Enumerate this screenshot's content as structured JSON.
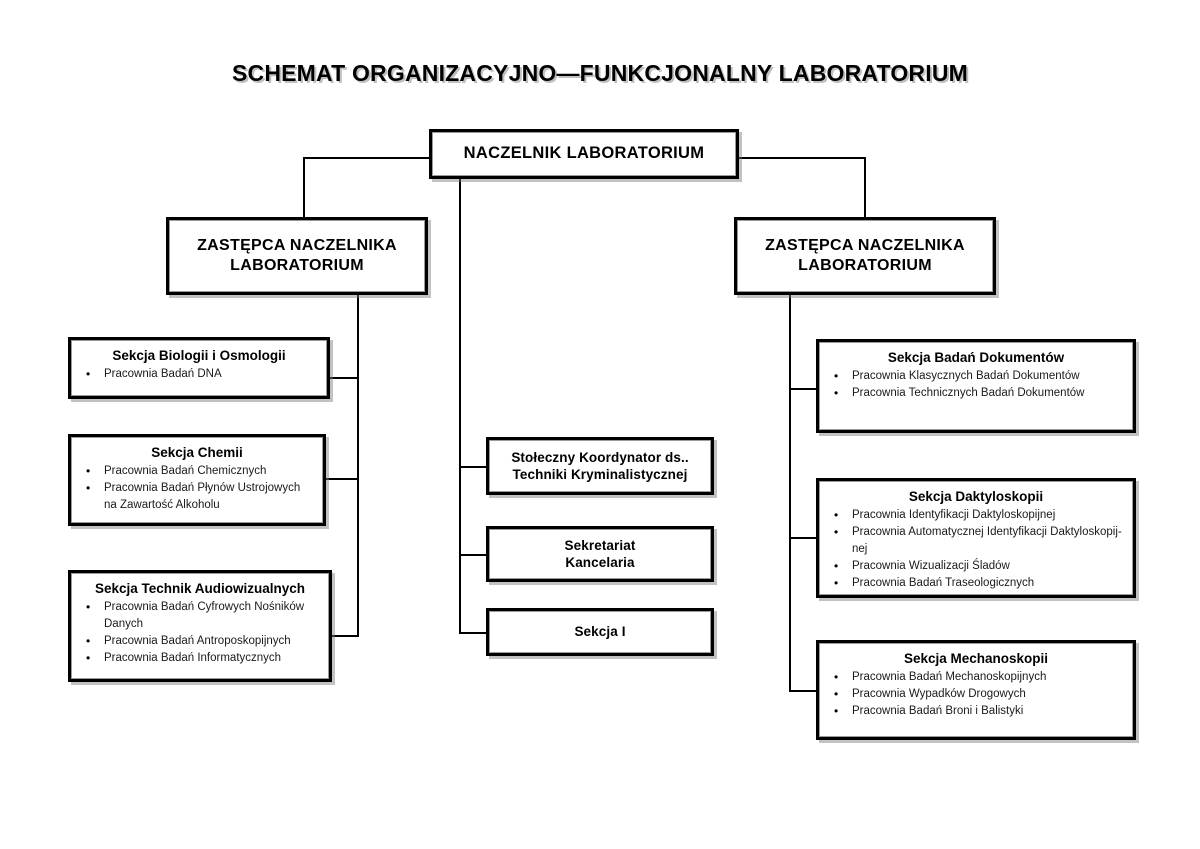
{
  "title": "SCHEMAT ORGANIZACYJNO—FUNKCJONALNY LABORATORIUM",
  "head": {
    "label": "NACZELNIK LABORATORIUM"
  },
  "deputies": [
    {
      "line1": "ZASTĘPCA NACZELNIKA",
      "line2": "LABORATORIUM"
    },
    {
      "line1": "ZASTĘPCA NACZELNIKA",
      "line2": "LABORATORIUM"
    }
  ],
  "left_sections": [
    {
      "title": "Sekcja Biologii i Osmologii",
      "items": [
        "Pracownia Badań DNA"
      ]
    },
    {
      "title": "Sekcja Chemii",
      "items": [
        "Pracownia Badań Chemicznych",
        "Pracownia Badań Płynów Ustrojowych na Zawartość Alkoholu"
      ]
    },
    {
      "title": "Sekcja Technik Audiowizualnych",
      "items": [
        "Pracownia Badań Cyfrowych Nośników Danych",
        "Pracownia Badań Antroposkopijnych",
        "Pracownia Badań Informatycznych"
      ]
    }
  ],
  "center_boxes": [
    {
      "line1": "Stołeczny Koordynator ds..",
      "line2": "Techniki Kryminalistycznej"
    },
    {
      "line1": "Sekretariat",
      "line2": "Kancelaria"
    },
    {
      "line1": "Sekcja I",
      "line2": ""
    }
  ],
  "right_sections": [
    {
      "title": "Sekcja Badań Dokumentów",
      "items": [
        "Pracownia Klasycznych Badań Dokumentów",
        "Pracownia Technicznych Badań Dokumentów"
      ]
    },
    {
      "title": "Sekcja Daktyloskopii",
      "items": [
        "Pracownia Identyfikacji Daktyloskopijnej",
        "Pracownia Automatycznej Identyfikacji Daktyloskopij-nej",
        "Pracownia Wizualizacji Śladów",
        "Pracownia Badań Traseologicznych"
      ]
    },
    {
      "title": "Sekcja Mechanoskopii",
      "items": [
        "Pracownia Badań Mechanoskopijnych",
        "Pracownia Wypadków Drogowych",
        "Pracownia Badań Broni i Balistyki"
      ]
    }
  ],
  "colors": {
    "ink": "#000000",
    "border": "#000000",
    "inner_border": "#9a9a9a",
    "background": "#ffffff"
  }
}
